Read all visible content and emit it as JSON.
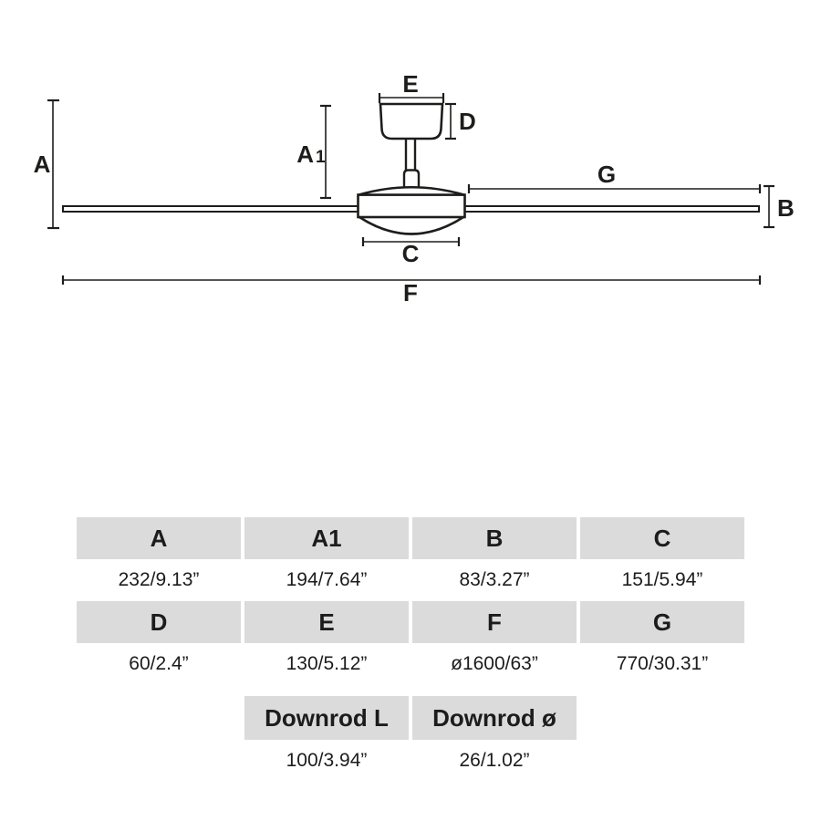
{
  "diagram": {
    "line_color": "#1d1d1b",
    "labels": {
      "a": "A",
      "a1_main": "A",
      "a1_sub": "1",
      "b": "B",
      "c": "C",
      "d": "D",
      "e": "E",
      "f": "F",
      "g": "G"
    }
  },
  "spec_table": {
    "header_bg": "#dbdbdb",
    "text_color": "#1c1c1c",
    "row1": {
      "headers": [
        "A",
        "A1",
        "B",
        "C"
      ],
      "values": [
        "232/9.13”",
        "194/7.64”",
        "83/3.27”",
        "151/5.94”"
      ]
    },
    "row2": {
      "headers": [
        "D",
        "E",
        "F",
        "G"
      ],
      "values": [
        "60/2.4”",
        "130/5.12”",
        "ø1600/63”",
        "770/30.31”"
      ]
    },
    "row3": {
      "headers": [
        "Downrod L",
        "Downrod ø"
      ],
      "values": [
        "100/3.94”",
        "26/1.02”"
      ]
    }
  }
}
